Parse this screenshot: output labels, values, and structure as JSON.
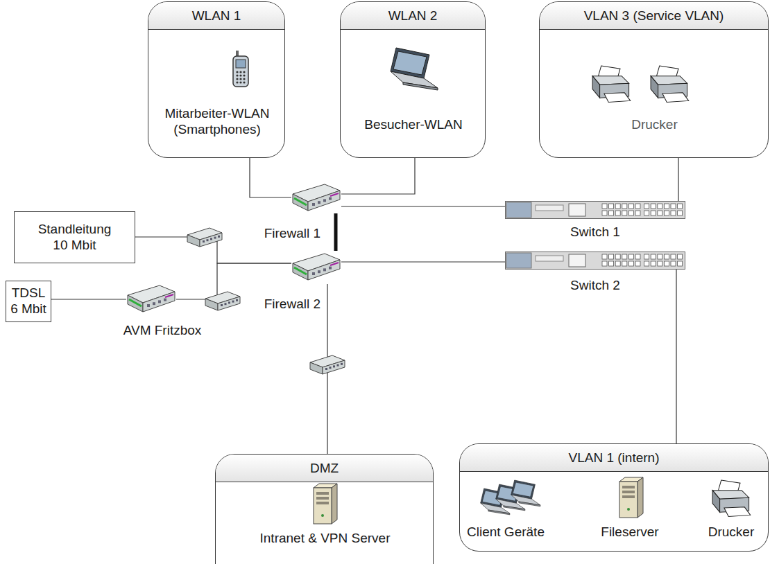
{
  "diagram": {
    "nodes": [
      {
        "text": [
          "WLAN 1",
          "Mitarbeiter-WLAN (Smartphones)"
        ]
      },
      {
        "text": [
          "WLAN 2",
          "Besucher-WLAN"
        ]
      },
      {
        "text": [
          "VLAN 3 (Service VLAN)",
          "Drucker"
        ]
      },
      {
        "text": [
          "Standleitung 10 Mbit"
        ]
      },
      {
        "text": [
          "TDSL 6 Mbit"
        ]
      },
      {
        "text": [
          "Firewall 1"
        ]
      },
      {
        "text": [
          "Firewall 2"
        ]
      },
      {
        "text": [
          "Switch 1"
        ]
      },
      {
        "text": [
          "Switch 2"
        ]
      },
      {
        "text": [
          "AVM Fritzbox"
        ]
      },
      {
        "text": [
          "VLAN 1 (intern)",
          "Client Geräte",
          "Fileserver",
          "Drucker"
        ]
      },
      {
        "text": [
          "DMZ",
          "Intranet & VPN Server"
        ]
      }
    ],
    "edges": [
      {
        "from": 0,
        "to": 5,
        "arrow": "none"
      },
      {
        "from": 1,
        "to": 5,
        "arrow": "none"
      },
      {
        "from": 5,
        "to": 7,
        "arrow": "none"
      },
      {
        "from": 5,
        "to": 6,
        "arrow": "none"
      },
      {
        "from": 7,
        "to": 2,
        "arrow": "none"
      },
      {
        "from": 3,
        "to": 6,
        "arrow": "none"
      },
      {
        "from": 4,
        "to": 9,
        "arrow": "none"
      },
      {
        "from": 9,
        "to": 6,
        "arrow": "none"
      },
      {
        "from": 6,
        "to": 8,
        "arrow": "none"
      },
      {
        "from": 8,
        "to": 10,
        "arrow": "none"
      },
      {
        "from": 6,
        "to": 11,
        "arrow": "none"
      }
    ]
  }
}
